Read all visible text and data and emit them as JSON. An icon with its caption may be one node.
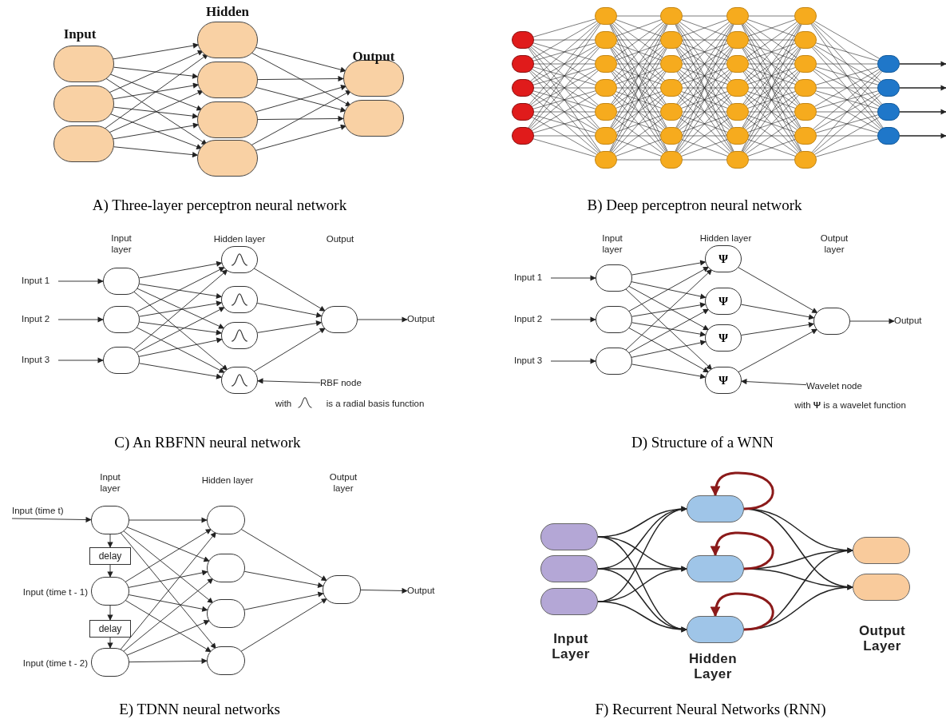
{
  "diagram": {
    "nodes": [
      {
        "text": [],
        "shape": "circle"
      },
      {
        "text": [],
        "shape": "circle"
      },
      {
        "text": [],
        "shape": "circle"
      },
      {
        "text": [],
        "shape": "circle"
      },
      {
        "text": [],
        "shape": "circle"
      },
      {
        "text": [],
        "shape": "circle"
      },
      {
        "text": [],
        "shape": "circle"
      },
      {
        "text": [],
        "shape": "circle"
      },
      {
        "text": [],
        "shape": "circle"
      },
      {
        "text": [],
        "shape": "circle"
      },
      {
        "text": [],
        "shape": "circle"
      },
      {
        "text": [],
        "shape": "circle"
      },
      {
        "text": [],
        "shape": "circle"
      },
      {
        "text": [],
        "shape": "circle"
      },
      {
        "text": [],
        "shape": "circle"
      },
      {
        "text": [],
        "shape": "circle"
      },
      {
        "text": [],
        "shape": "circle"
      },
      {
        "text": [],
        "shape": "circle"
      },
      {
        "text": [],
        "shape": "circle"
      },
      {
        "text": [],
        "shape": "circle"
      },
      {
        "text": [],
        "shape": "circle"
      },
      {
        "text": [],
        "shape": "circle"
      },
      {
        "text": [],
        "shape": "circle"
      },
      {
        "text": [],
        "shape": "circle"
      },
      {
        "text": [],
        "shape": "circle"
      },
      {
        "text": [],
        "shape": "circle"
      },
      {
        "text": [],
        "shape": "circle"
      },
      {
        "text": [],
        "shape": "circle"
      },
      {
        "text": [],
        "shape": "circle"
      },
      {
        "text": [],
        "shape": "circle"
      },
      {
        "text": [],
        "shape": "circle"
      },
      {
        "text": [],
        "shape": "circle"
      },
      {
        "text": [],
        "shape": "circle"
      },
      {
        "text": [],
        "shape": "circle"
      },
      {
        "text": [],
        "shape": "circle"
      },
      {
        "text": [],
        "shape": "circle"
      },
      {
        "text": [],
        "shape": "circle"
      },
      {
        "text": [],
        "shape": "circle"
      },
      {
        "text": [],
        "shape": "circle"
      },
      {
        "text": [],
        "shape": "circle"
      },
      {
        "text": [],
        "shape": "circle"
      },
      {
        "text": [],
        "shape": "circle"
      },
      {
        "text": [],
        "shape": "circle"
      },
      {
        "text": [],
        "shape": "circle"
      },
      {
        "text": [],
        "shape": "circle"
      },
      {
        "text": [],
        "shape": "circle"
      },
      {
        "text": [
          "Input 1"
        ]
      },
      {
        "text": [
          "Input 2"
        ]
      },
      {
        "text": [
          "Input 3"
        ]
      },
      {
        "text": [],
        "shape": "circle"
      },
      {
        "text": [],
        "shape": "circle"
      },
      {
        "text": [],
        "shape": "circle"
      },
      {
        "text": [],
        "shape": "circle"
      },
      {
        "text": [],
        "shape": "circle"
      },
      {
        "text": [],
        "shape": "circle"
      },
      {
        "text": [],
        "shape": "circle"
      },
      {
        "text": [],
        "shape": "circle"
      },
      {
        "text": [
          "Output"
        ]
      },
      {
        "text": [
          "RBF node"
        ]
      },
      {
        "text": [
          "Input 1"
        ]
      },
      {
        "text": [
          "Input 2"
        ]
      },
      {
        "text": [
          "Input 3"
        ]
      },
      {
        "text": [],
        "shape": "circle"
      },
      {
        "text": [],
        "shape": "circle"
      },
      {
        "text": [],
        "shape": "circle"
      },
      {
        "text": [
          "Ψ"
        ]
      },
      {
        "text": [
          "Ψ"
        ]
      },
      {
        "text": [
          "Ψ"
        ]
      },
      {
        "text": [
          "Ψ"
        ]
      },
      {
        "text": [],
        "shape": "circle"
      },
      {
        "text": [
          "Output"
        ]
      },
      {
        "text": [
          "Wavelet node"
        ]
      },
      {
        "text": [
          "Input (time t)"
        ]
      },
      {
        "text": [],
        "shape": "circle"
      },
      {
        "text": [
          "delay"
        ]
      },
      {
        "text": [],
        "shape": "circle",
        "beside": [
          "Input (time t - 1)"
        ]
      },
      {
        "text": [
          "delay"
        ]
      },
      {
        "text": [],
        "shape": "circle",
        "beside": [
          "Input (time t - 2)"
        ]
      },
      {
        "text": [],
        "shape": "circle"
      },
      {
        "text": [],
        "shape": "circle"
      },
      {
        "text": [],
        "shape": "circle"
      },
      {
        "text": [],
        "shape": "circle"
      },
      {
        "text": [],
        "shape": "circle"
      },
      {
        "text": [
          "Output"
        ]
      },
      {
        "text": [],
        "shape": "circle"
      },
      {
        "text": [],
        "shape": "circle"
      },
      {
        "text": [],
        "shape": "circle"
      },
      {
        "text": [],
        "shape": "circle"
      },
      {
        "text": [],
        "shape": "circle"
      },
      {
        "text": [],
        "shape": "circle"
      },
      {
        "text": [],
        "shape": "circle"
      },
      {
        "text": [],
        "shape": "circle"
      }
    ],
    "edges": [
      {
        "from": 0,
        "to": 3,
        "arrow": "to"
      },
      {
        "from": 0,
        "to": 4,
        "arrow": "to"
      },
      {
        "from": 0,
        "to": 5,
        "arrow": "to"
      },
      {
        "from": 0,
        "to": 6,
        "arrow": "to"
      },
      {
        "from": 1,
        "to": 3,
        "arrow": "to"
      },
      {
        "from": 1,
        "to": 4,
        "arrow": "to"
      },
      {
        "from": 1,
        "to": 5,
        "arrow": "to"
      },
      {
        "from": 1,
        "to": 6,
        "arrow": "to"
      },
      {
        "from": 2,
        "to": 3,
        "arrow": "to"
      },
      {
        "from": 2,
        "to": 4,
        "arrow": "to"
      },
      {
        "from": 2,
        "to": 5,
        "arrow": "to"
      },
      {
        "from": 2,
        "to": 6,
        "arrow": "to"
      },
      {
        "from": 3,
        "to": 7,
        "arrow": "to"
      },
      {
        "from": 3,
        "to": 8,
        "arrow": "to"
      },
      {
        "from": 4,
        "to": 7,
        "arrow": "to"
      },
      {
        "from": 4,
        "to": 8,
        "arrow": "to"
      },
      {
        "from": 5,
        "to": 7,
        "arrow": "to"
      },
      {
        "from": 5,
        "to": 8,
        "arrow": "to"
      },
      {
        "from": 6,
        "to": 7,
        "arrow": "to"
      },
      {
        "from": 6,
        "to": 8,
        "arrow": "to"
      },
      {
        "from": 9,
        "to": 14,
        "arrow": "none"
      },
      {
        "from": 9,
        "to": 15,
        "arrow": "none"
      },
      {
        "from": 9,
        "to": 16,
        "arrow": "none"
      },
      {
        "from": 9,
        "to": 17,
        "arrow": "none"
      },
      {
        "from": 9,
        "to": 18,
        "arrow": "none"
      },
      {
        "from": 9,
        "to": 19,
        "arrow": "none"
      },
      {
        "from": 9,
        "to": 20,
        "arrow": "none"
      },
      {
        "from": 10,
        "to": 14,
        "arrow": "none"
      },
      {
        "from": 10,
        "to": 15,
        "arrow": "none"
      },
      {
        "from": 10,
        "to": 16,
        "arrow": "none"
      },
      {
        "from": 10,
        "to": 17,
        "arrow": "none"
      },
      {
        "from": 10,
        "to": 18,
        "arrow": "none"
      },
      {
        "from": 10,
        "to": 19,
        "arrow": "none"
      },
      {
        "from": 10,
        "to": 20,
        "arrow": "none"
      },
      {
        "from": 11,
        "to": 14,
        "arrow": "none"
      },
      {
        "from": 11,
        "to": 15,
        "arrow": "none"
      },
      {
        "from": 11,
        "to": 16,
        "arrow": "none"
      },
      {
        "from": 11,
        "to": 17,
        "arrow": "none"
      },
      {
        "from": 11,
        "to": 18,
        "arrow": "none"
      },
      {
        "from": 11,
        "to": 19,
        "arrow": "none"
      },
      {
        "from": 11,
        "to": 20,
        "arrow": "none"
      },
      {
        "from": 12,
        "to": 14,
        "arrow": "none"
      },
      {
        "from": 12,
        "to": 15,
        "arrow": "none"
      },
      {
        "from": 12,
        "to": 16,
        "arrow": "none"
      },
      {
        "from": 12,
        "to": 17,
        "arrow": "none"
      },
      {
        "from": 12,
        "to": 18,
        "arrow": "none"
      },
      {
        "from": 12,
        "to": 19,
        "arrow": "none"
      },
      {
        "from": 12,
        "to": 20,
        "arrow": "none"
      },
      {
        "from": 13,
        "to": 14,
        "arrow": "none"
      },
      {
        "from": 13,
        "to": 15,
        "arrow": "none"
      },
      {
        "from": 13,
        "to": 16,
        "arrow": "none"
      },
      {
        "from": 13,
        "to": 17,
        "arrow": "none"
      },
      {
        "from": 13,
        "to": 18,
        "arrow": "none"
      },
      {
        "from": 13,
        "to": 19,
        "arrow": "none"
      },
      {
        "from": 13,
        "to": 20,
        "arrow": "none"
      },
      {
        "from": 14,
        "to": 21,
        "arrow": "none"
      },
      {
        "from": 14,
        "to": 22,
        "arrow": "none"
      },
      {
        "from": 14,
        "to": 23,
        "arrow": "none"
      },
      {
        "from": 14,
        "to": 24,
        "arrow": "none"
      },
      {
        "from": 14,
        "to": 25,
        "arrow": "none"
      },
      {
        "from": 14,
        "to": 26,
        "arrow": "none"
      },
      {
        "from": 14,
        "to": 27,
        "arrow": "none"
      },
      {
        "from": 15,
        "to": 21,
        "arrow": "none"
      },
      {
        "from": 15,
        "to": 22,
        "arrow": "none"
      },
      {
        "from": 15,
        "to": 23,
        "arrow": "none"
      },
      {
        "from": 15,
        "to": 24,
        "arrow": "none"
      },
      {
        "from": 15,
        "to": 25,
        "arrow": "none"
      },
      {
        "from": 15,
        "to": 26,
        "arrow": "none"
      },
      {
        "from": 15,
        "to": 27,
        "arrow": "none"
      },
      {
        "from": 16,
        "to": 21,
        "arrow": "none"
      },
      {
        "from": 16,
        "to": 22,
        "arrow": "none"
      },
      {
        "from": 16,
        "to": 23,
        "arrow": "none"
      },
      {
        "from": 16,
        "to": 24,
        "arrow": "none"
      },
      {
        "from": 16,
        "to": 25,
        "arrow": "none"
      },
      {
        "from": 16,
        "to": 26,
        "arrow": "none"
      },
      {
        "from": 16,
        "to": 27,
        "arrow": "none"
      },
      {
        "from": 17,
        "to": 21,
        "arrow": "none"
      },
      {
        "from": 17,
        "to": 22,
        "arrow": "none"
      },
      {
        "from": 17,
        "to": 23,
        "arrow": "none"
      },
      {
        "from": 17,
        "to": 24,
        "arrow": "none"
      },
      {
        "from": 17,
        "to": 25,
        "arrow": "none"
      },
      {
        "from": 17,
        "to": 26,
        "arrow": "none"
      },
      {
        "from": 17,
        "to": 27,
        "arrow": "none"
      },
      {
        "from": 18,
        "to": 21,
        "arrow": "none"
      },
      {
        "from": 18,
        "to": 22,
        "arrow": "none"
      },
      {
        "from": 18,
        "to": 23,
        "arrow": "none"
      },
      {
        "from": 18,
        "to": 24,
        "arrow": "none"
      },
      {
        "from": 18,
        "to": 25,
        "arrow": "none"
      },
      {
        "from": 18,
        "to": 26,
        "arrow": "none"
      },
      {
        "from": 18,
        "to": 27,
        "arrow": "none"
      },
      {
        "from": 19,
        "to": 21,
        "arrow": "none"
      },
      {
        "from": 19,
        "to": 22,
        "arrow": "none"
      },
      {
        "from": 19,
        "to": 23,
        "arrow": "none"
      },
      {
        "from": 19,
        "to": 24,
        "arrow": "none"
      },
      {
        "from": 19,
        "to": 25,
        "arrow": "none"
      },
      {
        "from": 19,
        "to": 26,
        "arrow": "none"
      },
      {
        "from": 19,
        "to": 27,
        "arrow": "none"
      },
      {
        "from": 20,
        "to": 21,
        "arrow": "none"
      },
      {
        "from": 20,
        "to": 22,
        "arrow": "none"
      },
      {
        "from": 20,
        "to": 23,
        "arrow": "none"
      },
      {
        "from": 20,
        "to": 24,
        "arrow": "none"
      },
      {
        "from": 20,
        "to": 25,
        "arrow": "none"
      },
      {
        "from": 20,
        "to": 26,
        "arrow": "none"
      },
      {
        "from": 20,
        "to": 27,
        "arrow": "none"
      },
      {
        "from": 21,
        "to": 28,
        "arrow": "none"
      },
      {
        "from": 21,
        "to": 29,
        "arrow": "none"
      },
      {
        "from": 21,
        "to": 30,
        "arrow": "none"
      },
      {
        "from": 21,
        "to": 31,
        "arrow": "none"
      },
      {
        "from": 21,
        "to": 32,
        "arrow": "none"
      },
      {
        "from": 21,
        "to": 33,
        "arrow": "none"
      },
      {
        "from": 21,
        "to": 34,
        "arrow": "none"
      },
      {
        "from": 22,
        "to": 28,
        "arrow": "none"
      },
      {
        "from": 22,
        "to": 29,
        "arrow": "none"
      },
      {
        "from": 22,
        "to": 30,
        "arrow": "none"
      },
      {
        "from": 22,
        "to": 31,
        "arrow": "none"
      },
      {
        "from": 22,
        "to": 32,
        "arrow": "none"
      },
      {
        "from": 22,
        "to": 33,
        "arrow": "none"
      },
      {
        "from": 22,
        "to": 34,
        "arrow": "none"
      },
      {
        "from": 23,
        "to": 28,
        "arrow": "none"
      },
      {
        "from": 23,
        "to": 29,
        "arrow": "none"
      },
      {
        "from": 23,
        "to": 30,
        "arrow": "none"
      },
      {
        "from": 23,
        "to": 31,
        "arrow": "none"
      },
      {
        "from": 23,
        "to": 32,
        "arrow": "none"
      },
      {
        "from": 23,
        "to": 33,
        "arrow": "none"
      },
      {
        "from": 23,
        "to": 34,
        "arrow": "none"
      },
      {
        "from": 24,
        "to": 28,
        "arrow": "none"
      },
      {
        "from": 24,
        "to": 29,
        "arrow": "none"
      },
      {
        "from": 24,
        "to": 30,
        "arrow": "none"
      },
      {
        "from": 24,
        "to": 31,
        "arrow": "none"
      },
      {
        "from": 24,
        "to": 32,
        "arrow": "none"
      },
      {
        "from": 24,
        "to": 33,
        "arrow": "none"
      },
      {
        "from": 24,
        "to": 34,
        "arrow": "none"
      },
      {
        "from": 25,
        "to": 28,
        "arrow": "none"
      },
      {
        "from": 25,
        "to": 29,
        "arrow": "none"
      },
      {
        "from": 25,
        "to": 30,
        "arrow": "none"
      },
      {
        "from": 25,
        "to": 31,
        "arrow": "none"
      },
      {
        "from": 25,
        "to": 32,
        "arrow": "none"
      },
      {
        "from": 25,
        "to": 33,
        "arrow": "none"
      },
      {
        "from": 25,
        "to": 34,
        "arrow": "none"
      },
      {
        "from": 26,
        "to": 28,
        "arrow": "none"
      },
      {
        "from": 26,
        "to": 29,
        "arrow": "none"
      },
      {
        "from": 26,
        "to": 30,
        "arrow": "none"
      },
      {
        "from": 26,
        "to": 31,
        "arrow": "none"
      },
      {
        "from": 26,
        "to": 32,
        "arrow": "none"
      },
      {
        "from": 26,
        "to": 33,
        "arrow": "none"
      },
      {
        "from": 26,
        "to": 34,
        "arrow": "none"
      },
      {
        "from": 27,
        "to": 28,
        "arrow": "none"
      },
      {
        "from": 27,
        "to": 29,
        "arrow": "none"
      },
      {
        "from": 27,
        "to": 30,
        "arrow": "none"
      },
      {
        "from": 27,
        "to": 31,
        "arrow": "none"
      },
      {
        "from": 27,
        "to": 32,
        "arrow": "none"
      },
      {
        "from": 27,
        "to": 33,
        "arrow": "none"
      },
      {
        "from": 27,
        "to": 34,
        "arrow": "none"
      },
      {
        "from": 28,
        "to": 35,
        "arrow": "none"
      },
      {
        "from": 28,
        "to": 36,
        "arrow": "none"
      },
      {
        "from": 28,
        "to": 37,
        "arrow": "none"
      },
      {
        "from": 28,
        "to": 38,
        "arrow": "none"
      },
      {
        "from": 28,
        "to": 39,
        "arrow": "none"
      },
      {
        "from": 28,
        "to": 40,
        "arrow": "none"
      },
      {
        "from": 28,
        "to": 41,
        "arrow": "none"
      },
      {
        "from": 29,
        "to": 35,
        "arrow": "none"
      },
      {
        "from": 29,
        "to": 36,
        "arrow": "none"
      },
      {
        "from": 29,
        "to": 37,
        "arrow": "none"
      },
      {
        "from": 29,
        "to": 38,
        "arrow": "none"
      },
      {
        "from": 29,
        "to": 39,
        "arrow": "none"
      },
      {
        "from": 29,
        "to": 40,
        "arrow": "none"
      },
      {
        "from": 29,
        "to": 41,
        "arrow": "none"
      },
      {
        "from": 30,
        "to": 35,
        "arrow": "none"
      },
      {
        "from": 30,
        "to": 36,
        "arrow": "none"
      },
      {
        "from": 30,
        "to": 37,
        "arrow": "none"
      },
      {
        "from": 30,
        "to": 38,
        "arrow": "none"
      },
      {
        "from": 30,
        "to": 39,
        "arrow": "none"
      },
      {
        "from": 30,
        "to": 40,
        "arrow": "none"
      },
      {
        "from": 30,
        "to": 41,
        "arrow": "none"
      },
      {
        "from": 31,
        "to": 35,
        "arrow": "none"
      },
      {
        "from": 31,
        "to": 36,
        "arrow": "none"
      },
      {
        "from": 31,
        "to": 37,
        "arrow": "none"
      },
      {
        "from": 31,
        "to": 38,
        "arrow": "none"
      },
      {
        "from": 31,
        "to": 39,
        "arrow": "none"
      },
      {
        "from": 31,
        "to": 40,
        "arrow": "none"
      },
      {
        "from": 31,
        "to": 41,
        "arrow": "none"
      },
      {
        "from": 32,
        "to": 35,
        "arrow": "none"
      },
      {
        "from": 32,
        "to": 36,
        "arrow": "none"
      },
      {
        "from": 32,
        "to": 37,
        "arrow": "none"
      },
      {
        "from": 32,
        "to": 38,
        "arrow": "none"
      },
      {
        "from": 32,
        "to": 39,
        "arrow": "none"
      },
      {
        "from": 32,
        "to": 40,
        "arrow": "none"
      },
      {
        "from": 32,
        "to": 41,
        "arrow": "none"
      },
      {
        "from": 33,
        "to": 35,
        "arrow": "none"
      },
      {
        "from": 33,
        "to": 36,
        "arrow": "none"
      },
      {
        "from": 33,
        "to": 37,
        "arrow": "none"
      },
      {
        "from": 33,
        "to": 38,
        "arrow": "none"
      },
      {
        "from": 33,
        "to": 39,
        "arrow": "none"
      },
      {
        "from": 33,
        "to": 40,
        "arrow": "none"
      },
      {
        "from": 33,
        "to": 41,
        "arrow": "none"
      },
      {
        "from": 34,
        "to": 35,
        "arrow": "none"
      },
      {
        "from": 34,
        "to": 36,
        "arrow": "none"
      },
      {
        "from": 34,
        "to": 37,
        "arrow": "none"
      },
      {
        "from": 34,
        "to": 38,
        "arrow": "none"
      },
      {
        "from": 34,
        "to": 39,
        "arrow": "none"
      },
      {
        "from": 34,
        "to": 40,
        "arrow": "none"
      },
      {
        "from": 34,
        "to": 41,
        "arrow": "none"
      },
      {
        "from": 35,
        "to": 42,
        "arrow": "none"
      },
      {
        "from": 35,
        "to": 43,
        "arrow": "none"
      },
      {
        "from": 35,
        "to": 44,
        "arrow": "none"
      },
      {
        "from": 35,
        "to": 45,
        "arrow": "none"
      },
      {
        "from": 36,
        "to": 42,
        "arrow": "none"
      },
      {
        "from": 36,
        "to": 43,
        "arrow": "none"
      },
      {
        "from": 36,
        "to": 44,
        "arrow": "none"
      },
      {
        "from": 36,
        "to": 45,
        "arrow": "none"
      },
      {
        "from": 37,
        "to": 42,
        "arrow": "none"
      },
      {
        "from": 37,
        "to": 43,
        "arrow": "none"
      },
      {
        "from": 37,
        "to": 44,
        "arrow": "none"
      },
      {
        "from": 37,
        "to": 45,
        "arrow": "none"
      },
      {
        "from": 38,
        "to": 42,
        "arrow": "none"
      },
      {
        "from": 38,
        "to": 43,
        "arrow": "none"
      },
      {
        "from": 38,
        "to": 44,
        "arrow": "none"
      },
      {
        "from": 38,
        "to": 45,
        "arrow": "none"
      },
      {
        "from": 39,
        "to": 42,
        "arrow": "none"
      },
      {
        "from": 39,
        "to": 43,
        "arrow": "none"
      },
      {
        "from": 39,
        "to": 44,
        "arrow": "none"
      },
      {
        "from": 39,
        "to": 45,
        "arrow": "none"
      },
      {
        "from": 40,
        "to": 42,
        "arrow": "none"
      },
      {
        "from": 40,
        "to": 43,
        "arrow": "none"
      },
      {
        "from": 40,
        "to": 44,
        "arrow": "none"
      },
      {
        "from": 40,
        "to": 45,
        "arrow": "none"
      },
      {
        "from": 41,
        "to": 42,
        "arrow": "none"
      },
      {
        "from": 41,
        "to": 43,
        "arrow": "none"
      },
      {
        "from": 41,
        "to": 44,
        "arrow": "none"
      },
      {
        "from": 41,
        "to": 45,
        "arrow": "none"
      },
      {
        "from": 42,
        "to": null,
        "arrow": "to"
      },
      {
        "from": 43,
        "to": null,
        "arrow": "to"
      },
      {
        "from": 44,
        "to": null,
        "arrow": "to"
      },
      {
        "from": 45,
        "to": null,
        "arrow": "to"
      },
      {
        "from": 46,
        "to": 49,
        "arrow": "to"
      },
      {
        "from": 47,
        "to": 50,
        "arrow": "to"
      },
      {
        "from": 48,
        "to": 51,
        "arrow": "to"
      },
      {
        "from": 49,
        "to": 52,
        "arrow": "to"
      },
      {
        "from": 49,
        "to": 53,
        "arrow": "to"
      },
      {
        "from": 49,
        "to": 54,
        "arrow": "to"
      },
      {
        "from": 49,
        "to": 55,
        "arrow": "to"
      },
      {
        "from": 50,
        "to": 52,
        "arrow": "to"
      },
      {
        "from": 50,
        "to": 53,
        "arrow": "to"
      },
      {
        "from": 50,
        "to": 54,
        "arrow": "to"
      },
      {
        "from": 50,
        "to": 55,
        "arrow": "to"
      },
      {
        "from": 51,
        "to": 52,
        "arrow": "to"
      },
      {
        "from": 51,
        "to": 53,
        "arrow": "to"
      },
      {
        "from": 51,
        "to": 54,
        "arrow": "to"
      },
      {
        "from": 51,
        "to": 55,
        "arrow": "to"
      },
      {
        "from": 52,
        "to": 56,
        "arrow": "to"
      },
      {
        "from": 53,
        "to": 56,
        "arrow": "to"
      },
      {
        "from": 54,
        "to": 56,
        "arrow": "to"
      },
      {
        "from": 55,
        "to": 56,
        "arrow": "to"
      },
      {
        "from": 56,
        "to": 57,
        "arrow": "to"
      },
      {
        "from": 58,
        "to": 55,
        "arrow": "to"
      },
      {
        "from": 59,
        "to": 62,
        "arrow": "to"
      },
      {
        "from": 60,
        "to": 63,
        "arrow": "to"
      },
      {
        "from": 61,
        "to": 64,
        "arrow": "to"
      },
      {
        "from": 62,
        "to": 65,
        "arrow": "to"
      },
      {
        "from": 62,
        "to": 66,
        "arrow": "to"
      },
      {
        "from": 62,
        "to": 67,
        "arrow": "to"
      },
      {
        "from": 62,
        "to": 68,
        "arrow": "to"
      },
      {
        "from": 63,
        "to": 65,
        "arrow": "to"
      },
      {
        "from": 63,
        "to": 66,
        "arrow": "to"
      },
      {
        "from": 63,
        "to": 67,
        "arrow": "to"
      },
      {
        "from": 63,
        "to": 68,
        "arrow": "to"
      },
      {
        "from": 64,
        "to": 65,
        "arrow": "to"
      },
      {
        "from": 64,
        "to": 66,
        "arrow": "to"
      },
      {
        "from": 64,
        "to": 67,
        "arrow": "to"
      },
      {
        "from": 64,
        "to": 68,
        "arrow": "to"
      },
      {
        "from": 65,
        "to": 69,
        "arrow": "to"
      },
      {
        "from": 66,
        "to": 69,
        "arrow": "to"
      },
      {
        "from": 67,
        "to": 69,
        "arrow": "to"
      },
      {
        "from": 68,
        "to": 69,
        "arrow": "to"
      },
      {
        "from": 69,
        "to": 70,
        "arrow": "to"
      },
      {
        "from": 71,
        "to": 68,
        "arrow": "to"
      },
      {
        "from": 72,
        "to": 73,
        "arrow": "to"
      },
      {
        "from": 73,
        "to": 74,
        "arrow": "to"
      },
      {
        "from": 74,
        "to": 75,
        "arrow": "to"
      },
      {
        "from": 75,
        "to": 76,
        "arrow": "to"
      },
      {
        "from": 76,
        "to": 77,
        "arrow": "to"
      },
      {
        "from": 73,
        "to": 78,
        "arrow": "to"
      },
      {
        "from": 73,
        "to": 79,
        "arrow": "to"
      },
      {
        "from": 73,
        "to": 80,
        "arrow": "to"
      },
      {
        "from": 73,
        "to": 81,
        "arrow": "to"
      },
      {
        "from": 75,
        "to": 78,
        "arrow": "to"
      },
      {
        "from": 75,
        "to": 79,
        "arrow": "to"
      },
      {
        "from": 75,
        "to": 80,
        "arrow": "to"
      },
      {
        "from": 75,
        "to": 81,
        "arrow": "to"
      },
      {
        "from": 77,
        "to": 78,
        "arrow": "to"
      },
      {
        "from": 77,
        "to": 79,
        "arrow": "to"
      },
      {
        "from": 77,
        "to": 80,
        "arrow": "to"
      },
      {
        "from": 77,
        "to": 81,
        "arrow": "to"
      },
      {
        "from": 78,
        "to": 82,
        "arrow": "to"
      },
      {
        "from": 79,
        "to": 82,
        "arrow": "to"
      },
      {
        "from": 80,
        "to": 82,
        "arrow": "to"
      },
      {
        "from": 81,
        "to": 82,
        "arrow": "to"
      },
      {
        "from": 82,
        "to": 83,
        "arrow": "to"
      },
      {
        "from": 84,
        "to": 87,
        "arrow": "to"
      },
      {
        "from": 84,
        "to": 88,
        "arrow": "to"
      },
      {
        "from": 84,
        "to": 89,
        "arrow": "to"
      },
      {
        "from": 85,
        "to": 87,
        "arrow": "to"
      },
      {
        "from": 85,
        "to": 88,
        "arrow": "to"
      },
      {
        "from": 85,
        "to": 89,
        "arrow": "to"
      },
      {
        "from": 86,
        "to": 87,
        "arrow": "to"
      },
      {
        "from": 86,
        "to": 88,
        "arrow": "to"
      },
      {
        "from": 86,
        "to": 89,
        "arrow": "to"
      },
      {
        "from": 87,
        "to": 90,
        "arrow": "to"
      },
      {
        "from": 87,
        "to": 91,
        "arrow": "to"
      },
      {
        "from": 88,
        "to": 90,
        "arrow": "to"
      },
      {
        "from": 88,
        "to": 91,
        "arrow": "to"
      },
      {
        "from": 89,
        "to": 90,
        "arrow": "to"
      },
      {
        "from": 89,
        "to": 91,
        "arrow": "to"
      },
      {
        "from": 87,
        "to": 87,
        "arrow": "to",
        "style": "thick",
        "color": "#8b1a1a"
      },
      {
        "from": 88,
        "to": 88,
        "arrow": "to",
        "style": "thick",
        "color": "#8b1a1a"
      },
      {
        "from": 89,
        "to": 89,
        "arrow": "to",
        "style": "thick",
        "color": "#8b1a1a"
      }
    ],
    "labels": [
      "Input",
      "Hidden",
      "Output",
      "A) Three-layer perceptron neural network",
      "B) Deep perceptron neural network",
      "Input layer",
      "Hidden layer",
      "Output",
      "with",
      "is a radial basis function",
      "C) An RBFNN neural network",
      "Input layer",
      "Hidden layer",
      "Output layer",
      "with **Ψ** is a wavelet function",
      "D) Structure of a WNN",
      "Input layer",
      "Hidden layer",
      "Output layer",
      "E) TDNN neural networks",
      "Input Layer",
      "Hidden Layer",
      "Output Layer",
      "F) Recurrent Neural Networks (RNN)"
    ]
  }
}
